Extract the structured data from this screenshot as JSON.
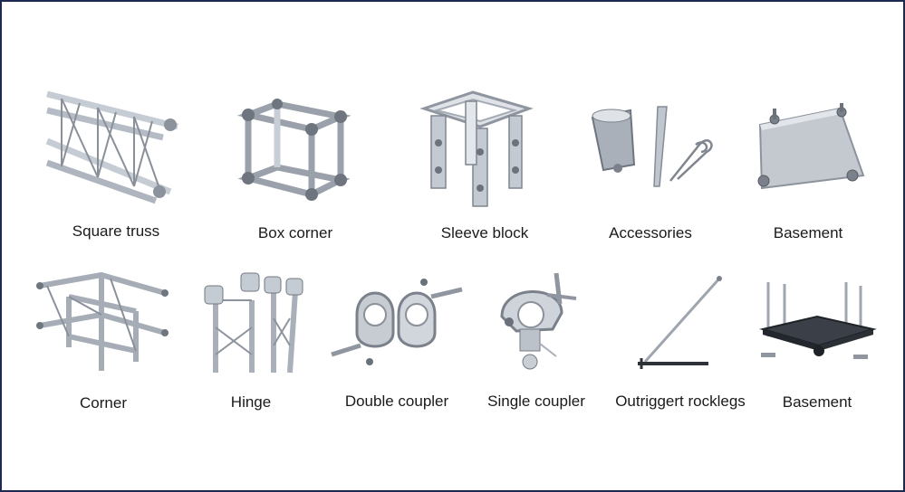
{
  "colors": {
    "frame_border": "#1c2a52",
    "metal_light": "#e6e9ee",
    "metal_mid": "#b9bfc8",
    "metal_dark": "#7d848e",
    "black_steel": "#2d3138"
  },
  "catalog": {
    "row1": [
      {
        "label": "Square truss",
        "icon": "square-truss-icon"
      },
      {
        "label": "Box corner",
        "icon": "box-corner-icon"
      },
      {
        "label": "Sleeve block",
        "icon": "sleeve-block-icon"
      },
      {
        "label": "Accessories",
        "icon": "accessories-icon"
      },
      {
        "label": "Basement",
        "icon": "base-plate-icon"
      }
    ],
    "row2": [
      {
        "label": "Corner",
        "icon": "corner-truss-icon"
      },
      {
        "label": "Hinge",
        "icon": "hinge-icon"
      },
      {
        "label": "Double coupler",
        "icon": "double-coupler-icon"
      },
      {
        "label": "Single coupler",
        "icon": "single-coupler-icon"
      },
      {
        "label": "Outriggert rocklegs",
        "icon": "outrigger-icon"
      },
      {
        "label": "Basement",
        "icon": "ground-support-base-icon"
      }
    ]
  }
}
